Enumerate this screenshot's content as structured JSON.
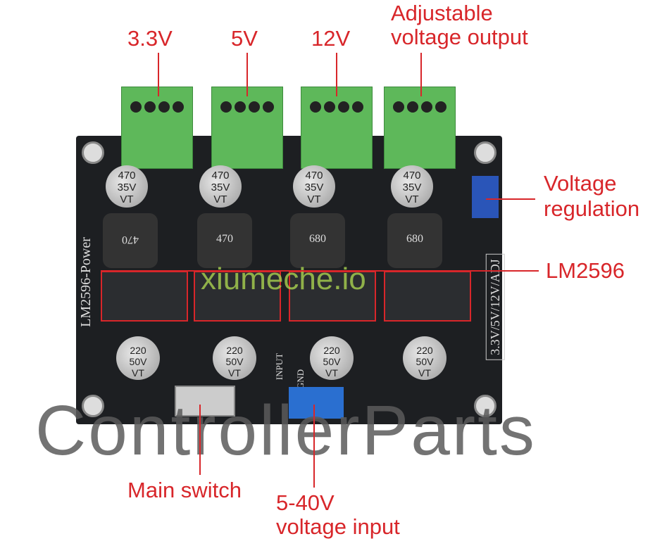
{
  "labels": {
    "out_3v3": "3.3V",
    "out_5v": "5V",
    "out_12v": "12V",
    "out_adj_line1": "Adjustable",
    "out_adj_line2": "voltage output",
    "voltage_reg_line1": "Voltage",
    "voltage_reg_line2": "regulation",
    "regulator_chip": "LM2596",
    "main_switch": "Main switch",
    "input_line1": "5-40V",
    "input_line2": "voltage input"
  },
  "board": {
    "name": "LM2596-Power",
    "outputs": "3.3V/5V/12V/ADJ",
    "input_silk": "INPUT",
    "gnd_silk": "GND",
    "top_caps": [
      "470\n35V\nVT",
      "470\n35V\nVT",
      "470\n35V\nVT",
      "470\n35V\nVT"
    ],
    "inductors": [
      "470",
      "470",
      "680",
      "680"
    ],
    "bottom_caps": [
      "220 50V VT",
      "220 50V VT",
      "220 50V VT",
      "220 50V VT"
    ]
  },
  "watermarks": [
    "ControllerParts",
    "xiumeche.io"
  ],
  "colors": {
    "annotation": "#d8262a",
    "terminal": "#5eb85a",
    "pcb": "#1d1f22"
  }
}
